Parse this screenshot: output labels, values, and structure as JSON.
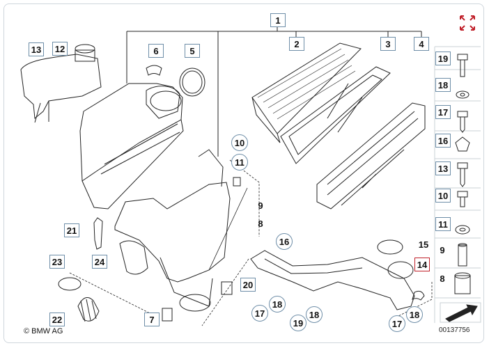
{
  "diagram": {
    "copyright": "© BMW AG",
    "part_number": "00137756",
    "expand_icon": "expand-arrows-icon",
    "accent_color": "#c0202a",
    "callout_border_color": "#6d8da7",
    "callouts": {
      "c1": "1",
      "c2": "2",
      "c3": "3",
      "c4": "4",
      "c5": "5",
      "c6": "6",
      "c12": "12",
      "c13": "13",
      "c10a": "10",
      "c11a": "11",
      "c9a": "9",
      "c8a": "8",
      "c21": "21",
      "c16": "16",
      "c15": "15",
      "c14": "14",
      "c23": "23",
      "c24": "24",
      "c20": "20",
      "c22": "22",
      "c7": "7",
      "c17a": "17",
      "c18a": "18",
      "c18b": "18",
      "c19a": "19",
      "c17b": "17",
      "c18c": "18",
      "r19": "19",
      "r18": "18",
      "r17": "17",
      "r16": "16",
      "r13": "13",
      "r10": "10",
      "r11": "11",
      "r9": "9",
      "r8": "8"
    }
  }
}
